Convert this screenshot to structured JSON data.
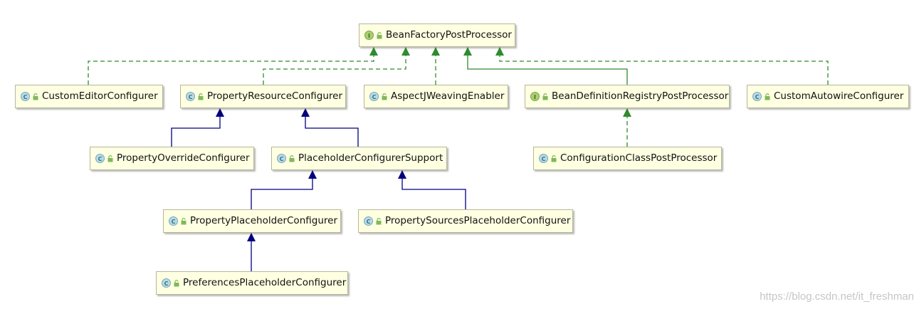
{
  "diagram": {
    "nodes": [
      {
        "id": "bfpp",
        "label": "BeanFactoryPostProcessor",
        "kind": "interface",
        "kind_letter": "I"
      },
      {
        "id": "cec",
        "label": "CustomEditorConfigurer",
        "kind": "class",
        "kind_letter": "C"
      },
      {
        "id": "prc",
        "label": "PropertyResourceConfigurer",
        "kind": "class",
        "kind_letter": "C"
      },
      {
        "id": "ajwe",
        "label": "AspectJWeavingEnabler",
        "kind": "class",
        "kind_letter": "C"
      },
      {
        "id": "bdrpp",
        "label": "BeanDefinitionRegistryPostProcessor",
        "kind": "interface",
        "kind_letter": "I"
      },
      {
        "id": "cac",
        "label": "CustomAutowireConfigurer",
        "kind": "class",
        "kind_letter": "C"
      },
      {
        "id": "poc",
        "label": "PropertyOverrideConfigurer",
        "kind": "class",
        "kind_letter": "C"
      },
      {
        "id": "pcs",
        "label": "PlaceholderConfigurerSupport",
        "kind": "class",
        "kind_letter": "C"
      },
      {
        "id": "ccpp",
        "label": "ConfigurationClassPostProcessor",
        "kind": "class",
        "kind_letter": "C"
      },
      {
        "id": "ppc",
        "label": "PropertyPlaceholderConfigurer",
        "kind": "class",
        "kind_letter": "C"
      },
      {
        "id": "pspc",
        "label": "PropertySourcesPlaceholderConfigurer",
        "kind": "class",
        "kind_letter": "C"
      },
      {
        "id": "prefpc",
        "label": "PreferencesPlaceholderConfigurer",
        "kind": "class",
        "kind_letter": "C"
      }
    ],
    "edges": [
      {
        "from": "cec",
        "to": "bfpp",
        "relation": "implements"
      },
      {
        "from": "prc",
        "to": "bfpp",
        "relation": "implements"
      },
      {
        "from": "ajwe",
        "to": "bfpp",
        "relation": "implements"
      },
      {
        "from": "bdrpp",
        "to": "bfpp",
        "relation": "extends-interface"
      },
      {
        "from": "cac",
        "to": "bfpp",
        "relation": "implements"
      },
      {
        "from": "poc",
        "to": "prc",
        "relation": "extends"
      },
      {
        "from": "pcs",
        "to": "prc",
        "relation": "extends"
      },
      {
        "from": "ccpp",
        "to": "bdrpp",
        "relation": "implements"
      },
      {
        "from": "ppc",
        "to": "pcs",
        "relation": "extends"
      },
      {
        "from": "pspc",
        "to": "pcs",
        "relation": "extends"
      },
      {
        "from": "prefpc",
        "to": "ppc",
        "relation": "extends"
      }
    ],
    "colors": {
      "implements": "#2e8b2e",
      "extends-interface": "#2e8b2e",
      "extends": "#00007f",
      "node_fill": "#ffffe2"
    }
  },
  "watermark": "https://blog.csdn.net/it_freshman"
}
